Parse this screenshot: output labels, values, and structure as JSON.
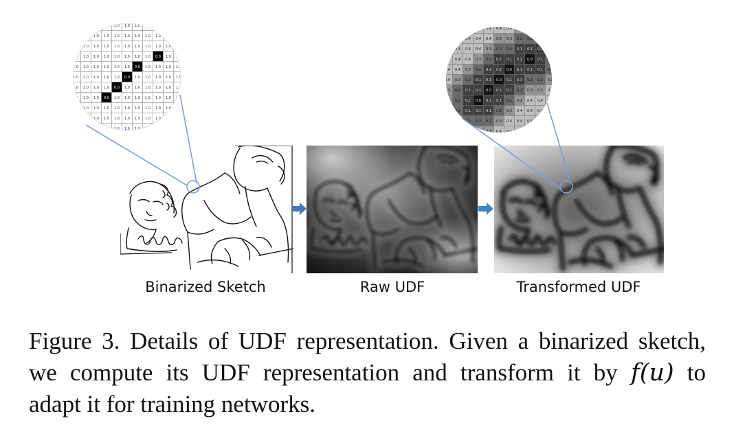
{
  "figure": {
    "panels": [
      {
        "id": "binarized",
        "label": "Binarized Sketch"
      },
      {
        "id": "raw",
        "label": "Raw UDF"
      },
      {
        "id": "transformed",
        "label": "Transformed UDF"
      }
    ],
    "zoom_binary_values": [
      "1.0",
      "0.0"
    ],
    "zoom_udf_values": [
      "0.4",
      "0.3",
      "0.2",
      "0.1",
      "0.0"
    ],
    "colors": {
      "arrow": "#4a73b8",
      "callout": "#7f9fd6",
      "sketch_line": "#111111"
    }
  },
  "caption": {
    "line1": "Figure 3. Details of UDF representation. Given a binarized sketch,",
    "line2_pre": "we compute its UDF representation and transform it by",
    "line2_math": "f(u)",
    "line2_post": "to",
    "line3": "adapt it for training networks."
  }
}
